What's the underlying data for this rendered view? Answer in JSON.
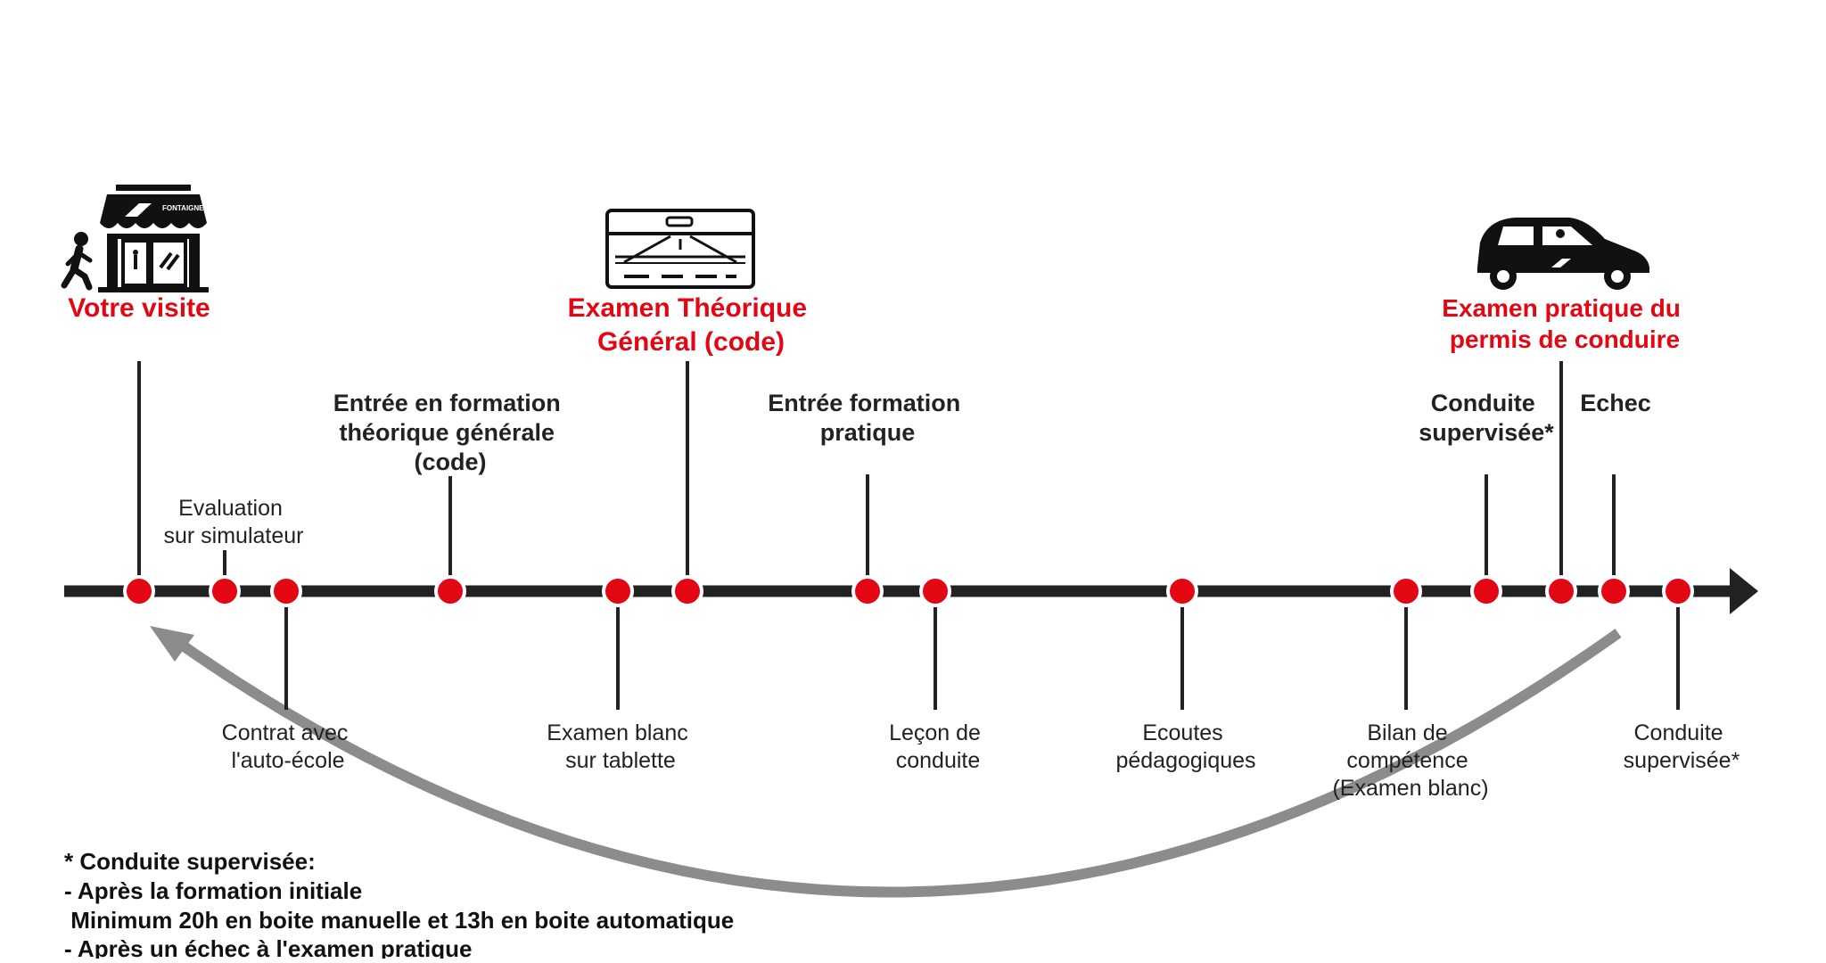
{
  "colors": {
    "timeline": "#222222",
    "marker": "#e30613",
    "highlight": "#e30613",
    "return_arrow": "#8c8c8c"
  },
  "icons": {
    "visit": [
      "walking-person-icon",
      "storefront-icon"
    ],
    "code": "road-screen-icon",
    "driving": "car-icon"
  },
  "storefront_sign": "FONTAIGNE",
  "milestones": {
    "visit": [
      "Votre visite"
    ],
    "code_exam": [
      "Examen Théorique",
      "Général (code)"
    ],
    "practical_exam": [
      "Examen pratique du",
      "permis de conduire"
    ]
  },
  "steps_above": {
    "evaluation": [
      "Evaluation",
      "sur simulateur"
    ],
    "theory_entry": [
      "Entrée en formation",
      "théorique générale",
      "(code)"
    ],
    "practice_entry": [
      "Entrée formation",
      "pratique"
    ],
    "supervised_before": [
      "Conduite",
      "supervisée*"
    ],
    "failure": [
      "Echec"
    ]
  },
  "steps_below": {
    "contract": [
      "Contrat avec",
      "l'auto-école"
    ],
    "mock_tablet": [
      "Examen blanc",
      "sur tablette"
    ],
    "lesson": [
      "Leçon de",
      "conduite"
    ],
    "listening": [
      "Ecoutes",
      "pédagogiques"
    ],
    "assessment": [
      "Bilan de",
      "compétence",
      "(Examen blanc)"
    ],
    "supervised_after": [
      "Conduite",
      "supervisée*"
    ]
  },
  "footnote": [
    "* Conduite supervisée:",
    "- Après la formation initiale",
    " Minimum 20h en boite manuelle et 13h en boite automatique",
    "- Après un échec à l'examen pratique"
  ]
}
